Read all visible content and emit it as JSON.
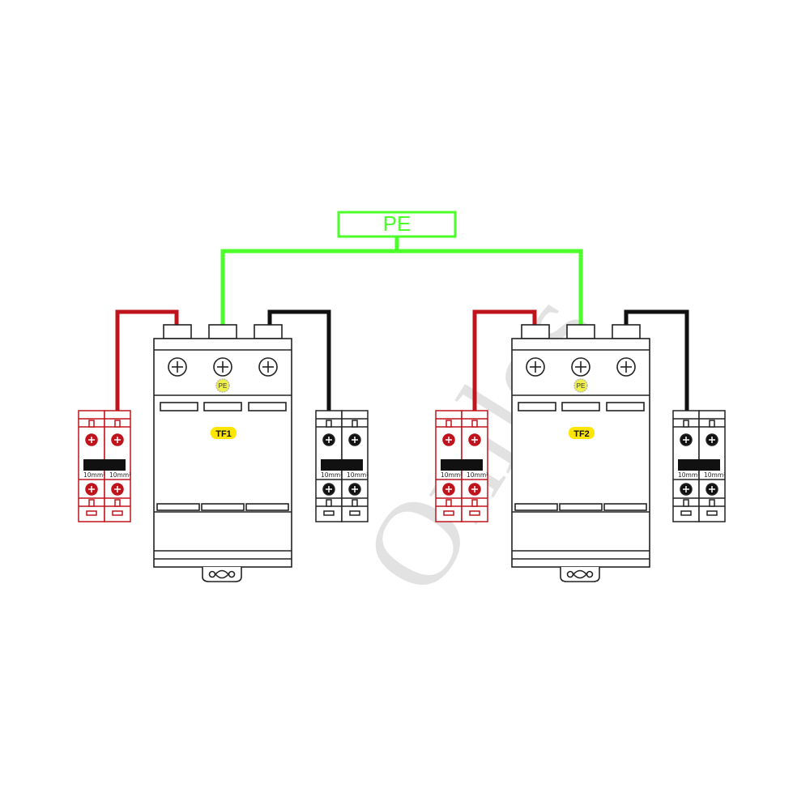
{
  "pe_box": {
    "label": "PE"
  },
  "spd_units": [
    {
      "label": "TF1",
      "pe_badge": "PE"
    },
    {
      "label": "TF2",
      "pe_badge": "PE"
    }
  ],
  "fuse_holders": [
    {
      "cable_left": "10mm²",
      "cable_right": "10mm²"
    },
    {
      "cable_left": "10mm²",
      "cable_right": "10mm²"
    },
    {
      "cable_left": "10mm²",
      "cable_right": "10mm²"
    },
    {
      "cable_left": "10mm²",
      "cable_right": "10mm²"
    }
  ],
  "watermark": {
    "text": "Onilos"
  },
  "colors": {
    "pe_wire": "#4cff2a",
    "positive_wire": "#c0141c",
    "negative_wire": "#111111",
    "tag_fill": "#ffe600",
    "pe_badge_fill": "#f0f048",
    "outline": "#222222",
    "watermark_accent": "#8fd4e8"
  }
}
